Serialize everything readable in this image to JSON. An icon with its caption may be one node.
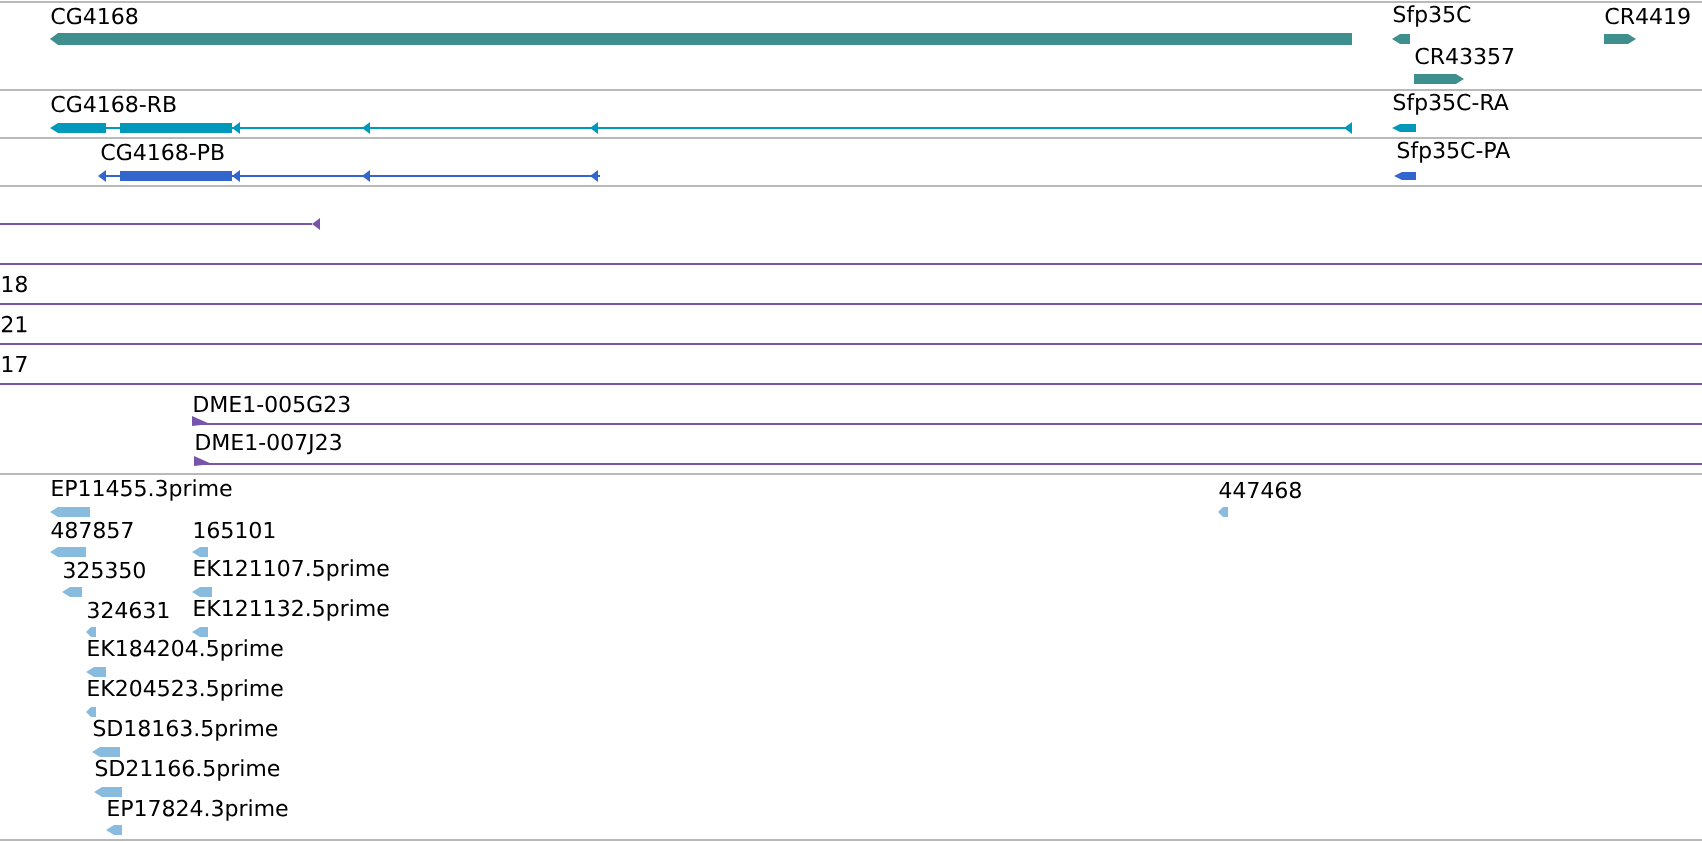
{
  "diagram": {
    "labels": [
      "CG4168",
      "Sfp35C",
      "CR4419",
      "CR43357",
      "CG4168-RB",
      "Sfp35C-RA",
      "CG4168-PB",
      "Sfp35C-PA",
      "18",
      "21",
      "17",
      "DME1-005G23",
      "DME1-007J23",
      "EP11455.3prime",
      "447468",
      "487857",
      "165101",
      "325350",
      "EK121107.5prime",
      "324631",
      "EK121132.5prime",
      "EK184204.5prime",
      "EK204523.5prime",
      "SD18163.5prime",
      "SD21166.5prime",
      "EP17824.3prime"
    ]
  }
}
